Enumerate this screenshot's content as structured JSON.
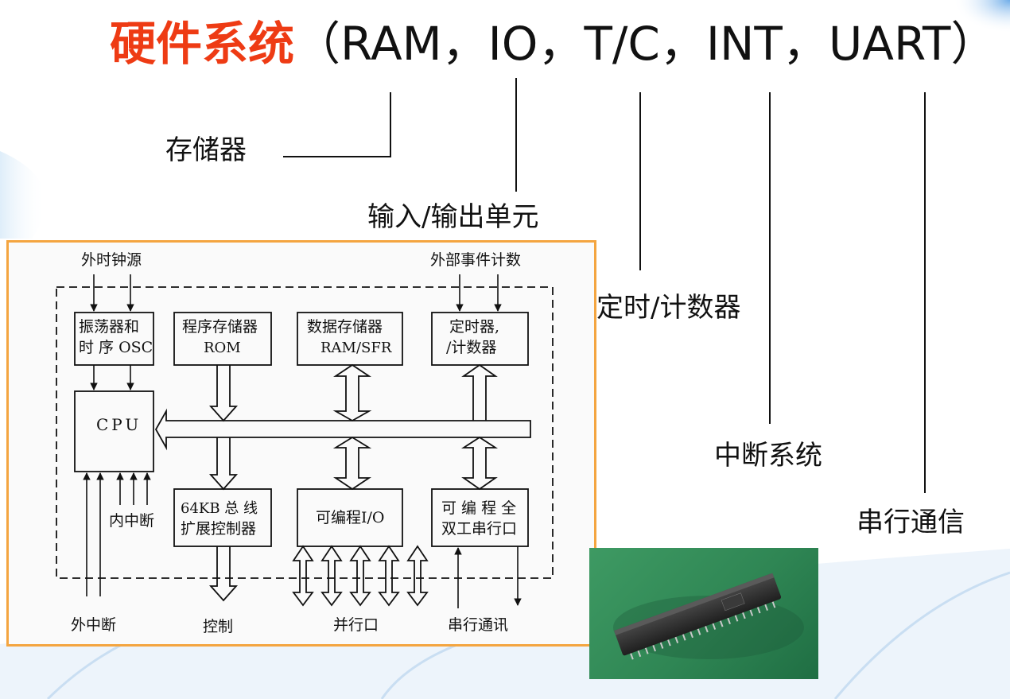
{
  "title": {
    "highlight": "硬件系统",
    "rest": "（RAM，IO，T/C，INT，UART）"
  },
  "labels": {
    "memory": "存储器",
    "io_unit": "输入/输出单元",
    "timer": "定时/计数器",
    "interrupt": "中断系统",
    "serial": "串行通信"
  },
  "diagram": {
    "ext_clock": "外时钟源",
    "ext_event": "外部事件计数",
    "osc_line1": "振荡器和",
    "osc_line2": "时 序 OSC",
    "rom_line1": "程序存储器",
    "rom_line2": "ROM",
    "ram_line1": "数据存储器",
    "ram_line2": "RAM/SFR",
    "tc_line1": "定时器,",
    "tc_line2": "/计数器",
    "cpu": "CPU",
    "int_internal": "内中断",
    "bus_line1": "64KB  总 线",
    "bus_line2": "扩展控制器",
    "pio": "可编程I/O",
    "uart_line1": "可 编 程 全",
    "uart_line2": "双工串行口",
    "ext_int": "外中断",
    "control": "控制",
    "parallel": "并行口",
    "serial_comm": "串行通讯"
  },
  "colors": {
    "title_highlight": "#ee3b14",
    "diagram_border": "#f4a540",
    "chip_pcb": "#2f8654"
  }
}
